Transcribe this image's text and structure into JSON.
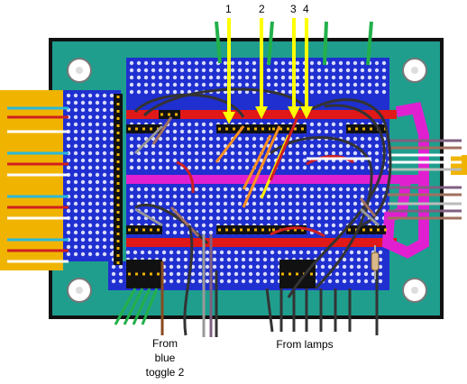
{
  "arrow_labels": [
    "1",
    "2",
    "3",
    "4"
  ],
  "caption_toggle": [
    "From",
    "blue",
    "toggle 2"
  ],
  "caption_lamps": "From lamps",
  "colors": {
    "board": "#1f9e8e",
    "board_border": "#111111",
    "stripboard": "#1f2fd0",
    "hole": "#d9dcff",
    "rail": "#e01818",
    "magenta": "#e020d0",
    "header": "#f0b400",
    "yellow_arrow": "#ffff00",
    "green_wire": "#22b04a",
    "pin_header": "#111111"
  }
}
